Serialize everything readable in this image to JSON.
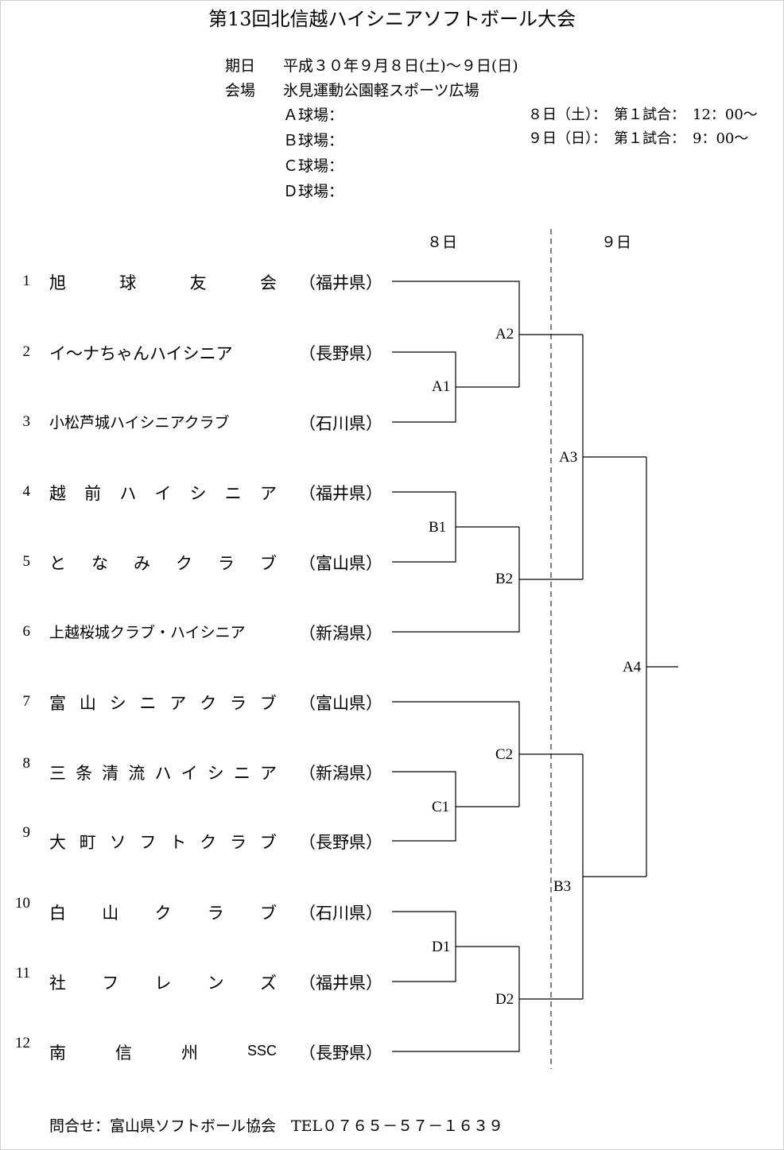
{
  "title": "第13回北信越ハイシニアソフトボール大会",
  "info": {
    "dates_label": "期日",
    "dates_value": "平成３０年９月８日(土)～９日(日)",
    "venue_label": "会場",
    "venue_value": "氷見運動公園軽スポーツ広場",
    "fields": [
      "Ａ球場：",
      "Ｂ球場：",
      "Ｃ球場：",
      "Ｄ球場："
    ],
    "schedule": [
      "８日（土）：　第１試合：　12：00～",
      "９日（日）：　第１試合：　9：00～"
    ]
  },
  "day_headers": [
    "８日",
    "９日"
  ],
  "teams": [
    {
      "no": "1",
      "chars": [
        "旭",
        "球",
        "友",
        "会"
      ],
      "pref": "（福井県）"
    },
    {
      "no": "2",
      "chars": [
        "イ～ナちゃんハイシニア"
      ],
      "pref": "（長野県）"
    },
    {
      "no": "3",
      "chars": [
        "小松芦城ハイシニアクラブ"
      ],
      "pref": "（石川県）"
    },
    {
      "no": "4",
      "chars": [
        "越",
        "前",
        "ハ",
        "イ",
        "シ",
        "ニ",
        "ア"
      ],
      "pref": "（福井県）"
    },
    {
      "no": "5",
      "chars": [
        "と",
        "な",
        "み",
        "ク",
        "ラ",
        "ブ"
      ],
      "pref": "（富山県）"
    },
    {
      "no": "6",
      "chars": [
        "上越桜城クラブ・ハイシニア"
      ],
      "pref": "（新潟県）"
    },
    {
      "no": "7",
      "chars": [
        "富",
        "山",
        "シ",
        "ニ",
        "ア",
        "ク",
        "ラ",
        "ブ"
      ],
      "pref": "（富山県）"
    },
    {
      "no": "8",
      "chars": [
        "三",
        "条",
        "清",
        "流",
        "ハ",
        "イ",
        "シ",
        "ニ",
        "ア"
      ],
      "pref": "（新潟県）"
    },
    {
      "no": "9",
      "chars": [
        "大",
        "町",
        "ソ",
        "フ",
        "ト",
        "ク",
        "ラ",
        "ブ"
      ],
      "pref": "（長野県）"
    },
    {
      "no": "10",
      "chars": [
        "白",
        "山",
        "ク",
        "ラ",
        "ブ"
      ],
      "pref": "（石川県）"
    },
    {
      "no": "11",
      "chars": [
        "社",
        "フ",
        "レ",
        "ン",
        "ズ"
      ],
      "pref": "（福井県）"
    },
    {
      "no": "12",
      "chars": [
        "南",
        "信",
        "州",
        "SSC"
      ],
      "pref": "（長野県）"
    }
  ],
  "matches": [
    "A1",
    "A2",
    "B1",
    "B2",
    "A3",
    "C1",
    "C2",
    "D1",
    "D2",
    "B3",
    "A4"
  ],
  "footer": "問合せ：富山県ソフトボール協会　TEL０７６５－５７－１６３９"
}
